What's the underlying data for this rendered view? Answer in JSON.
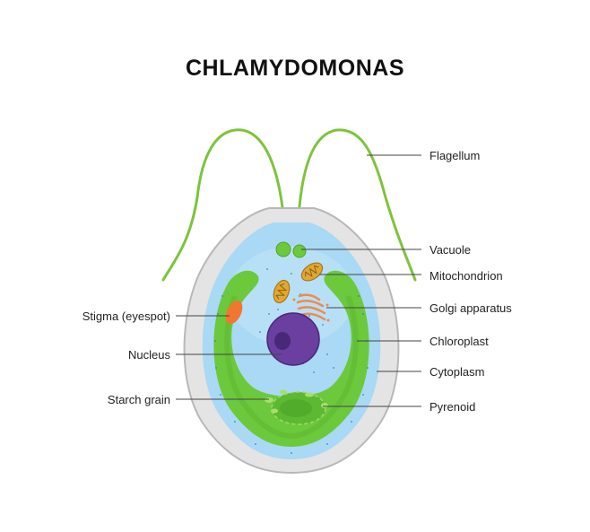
{
  "title": "CHLAMYDOMONAS",
  "labels_right": [
    {
      "id": "flagellum",
      "text": "Flagellum"
    },
    {
      "id": "vacuole",
      "text": "Vacuole"
    },
    {
      "id": "mitochondrion",
      "text": "Mitochondrion"
    },
    {
      "id": "golgi",
      "text": "Golgi apparatus"
    },
    {
      "id": "chloroplast",
      "text": "Chloroplast"
    },
    {
      "id": "cytoplasm",
      "text": "Cytoplasm"
    },
    {
      "id": "pyrenoid",
      "text": "Pyrenoid"
    }
  ],
  "labels_left": [
    {
      "id": "stigma",
      "text": "Stigma (eyespot)"
    },
    {
      "id": "nucleus",
      "text": "Nucleus"
    },
    {
      "id": "starch",
      "text": "Starch grain"
    }
  ],
  "colors": {
    "cell_wall": "#e4e4e4",
    "cytoplasm": "#a9d9f4",
    "chloroplast": "#6cc93c",
    "flagellum": "#7cc43a",
    "nucleus": "#6b3fa0",
    "nucleolus": "#4a2878",
    "mitochondrion": "#e0a733",
    "golgi": "#f08a4b",
    "stigma": "#f0772f",
    "pyrenoid": "#5db832"
  }
}
